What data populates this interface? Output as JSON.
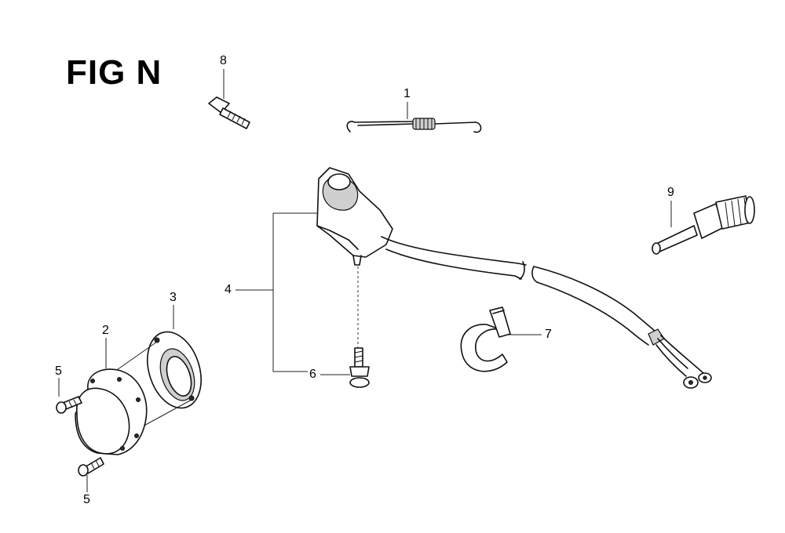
{
  "figure": {
    "title": "FIG N"
  },
  "callouts": [
    {
      "id": "c1",
      "label": "1"
    },
    {
      "id": "c2",
      "label": "2"
    },
    {
      "id": "c3",
      "label": "3"
    },
    {
      "id": "c4",
      "label": "4"
    },
    {
      "id": "c5a",
      "label": "5"
    },
    {
      "id": "c5b",
      "label": "5"
    },
    {
      "id": "c6",
      "label": "6"
    },
    {
      "id": "c7",
      "label": "7"
    },
    {
      "id": "c8",
      "label": "8"
    },
    {
      "id": "c9",
      "label": "9"
    }
  ]
}
